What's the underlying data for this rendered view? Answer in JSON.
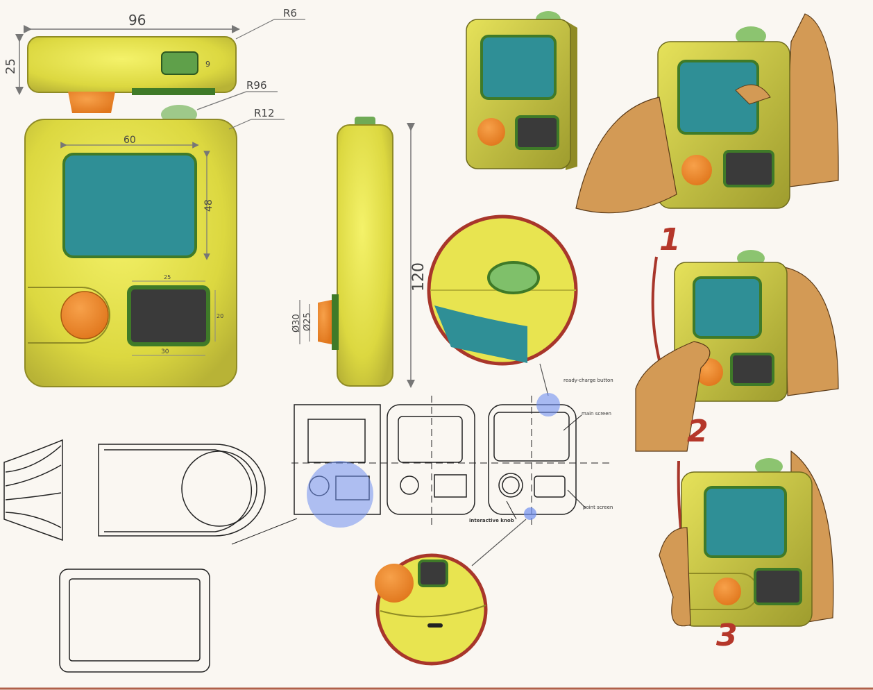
{
  "colors": {
    "body_yellow": "#dede45",
    "screen_teal": "#2f8f96",
    "knob_orange": "#f08a2c",
    "point_screen": "#3a3a3a",
    "bezel_green": "#3f7a28",
    "button_green": "#8cc470",
    "callout_red": "#a8362b",
    "highlight_blue": "#6f8ff0",
    "skin": "#d39a55",
    "sketch_line": "#222222"
  },
  "top_view": {
    "width_dim": "96",
    "height_dim": "25",
    "corner_radius_dim": "R6",
    "button_dim": "9"
  },
  "front_view": {
    "radius_dims": [
      "R96",
      "R12"
    ],
    "screen_width_dim": "60",
    "screen_height_dim": "48",
    "point_screen_top_dim": "25",
    "point_screen_side_dim": "20",
    "point_screen_bottom_dim": "30"
  },
  "side_view": {
    "height_dim": "120",
    "knob_dims": [
      "Ø30",
      "Ø25"
    ]
  },
  "sketch_labels": {
    "ready_button": "ready-charge button",
    "main_screen": "main screen",
    "interactive_knob": "interactive knob",
    "point_screen": "point screen"
  },
  "usage_steps": [
    "1",
    "2",
    "3"
  ],
  "icons": {
    "flow_arrow": "curved-arrow-icon",
    "hand": "hand-icon"
  }
}
